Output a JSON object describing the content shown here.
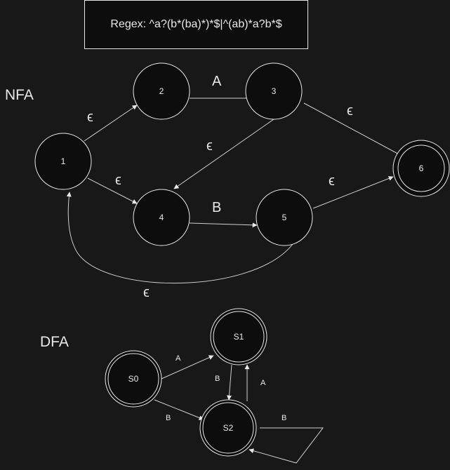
{
  "regex": "Regex: ^a?(b*(ba)*)*$|^(ab)*a?b*$",
  "nfa": {
    "title": "NFA",
    "states": [
      "1",
      "2",
      "3",
      "4",
      "5",
      "6"
    ],
    "edge_labels": {
      "e12": "ϵ",
      "e14": "ϵ",
      "e23": "A",
      "e36": "ϵ",
      "e34": "ϵ",
      "e45": "B",
      "e56": "ϵ",
      "e51": "ϵ"
    }
  },
  "dfa": {
    "title": "DFA",
    "states": [
      "S0",
      "S1",
      "S2"
    ],
    "edge_labels": {
      "s0s1": "A",
      "s0s2": "B",
      "s1s2": "B",
      "s2s1": "A",
      "s2s2": "B"
    }
  }
}
